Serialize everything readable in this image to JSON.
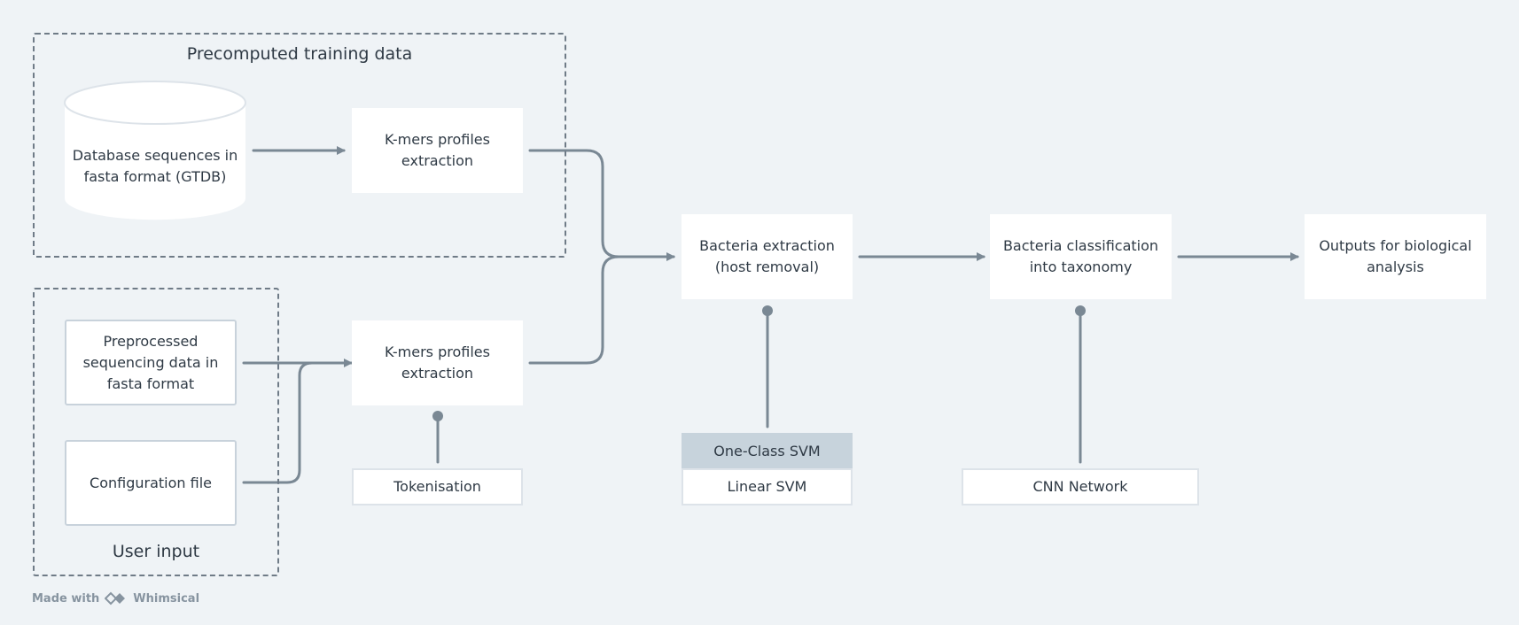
{
  "groups": {
    "precomputed_title": "Precomputed training data",
    "user_input_title": "User input"
  },
  "nodes": {
    "database": "Database sequences in fasta format (GTDB)",
    "kmers_top": "K-mers profiles extraction",
    "preprocessed": "Preprocessed sequencing data in fasta format",
    "config": "Configuration file",
    "kmers_bottom": "K-mers profiles extraction",
    "tokenisation": "Tokenisation",
    "bacteria_extraction": "Bacteria extraction (host removal)",
    "one_class_svm": "One-Class SVM",
    "linear_svm": "Linear SVM",
    "bacteria_classification": "Bacteria classification into taxonomy",
    "cnn": "CNN Network",
    "outputs": "Outputs for biological analysis"
  },
  "footer": {
    "made_with": "Made with",
    "brand": "Whimsical"
  },
  "colors": {
    "background": "#eff3f6",
    "connector": "#7a8894",
    "header_fill": "#c7d3dc"
  }
}
